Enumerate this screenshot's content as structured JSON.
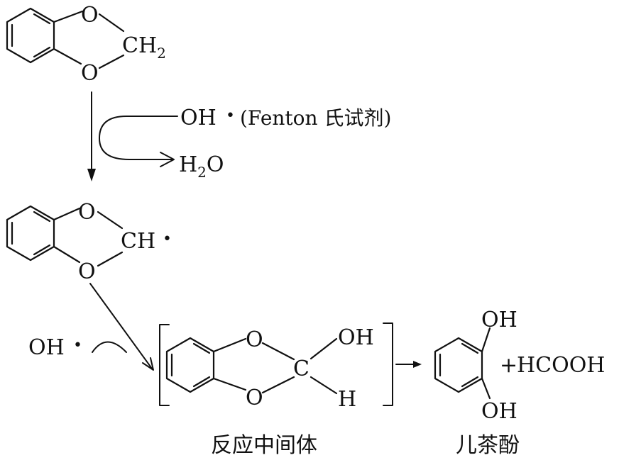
{
  "molecule1": {
    "o_top": "O",
    "o_bottom": "O",
    "ch2_main": "CH",
    "ch2_sub": "2"
  },
  "reagent": {
    "oh": "OH",
    "dot": "•",
    "label": "(Fenton 氏试剂)"
  },
  "byproduct": {
    "h": "H",
    "sub": "2",
    "o": "O"
  },
  "molecule2": {
    "o_top": "O",
    "o_bottom": "O",
    "ch": "CH",
    "dot": "•"
  },
  "oh_radical": {
    "oh": "OH",
    "dot": "•"
  },
  "intermediate": {
    "o_top": "O",
    "o_bottom": "O",
    "c": "C",
    "oh": "OH",
    "h": "H",
    "label": "反应中间体"
  },
  "product": {
    "oh_top": "OH",
    "oh_bottom": "OH",
    "plus": "+",
    "formic_acid": "HCOOH",
    "label": "儿茶酚"
  }
}
